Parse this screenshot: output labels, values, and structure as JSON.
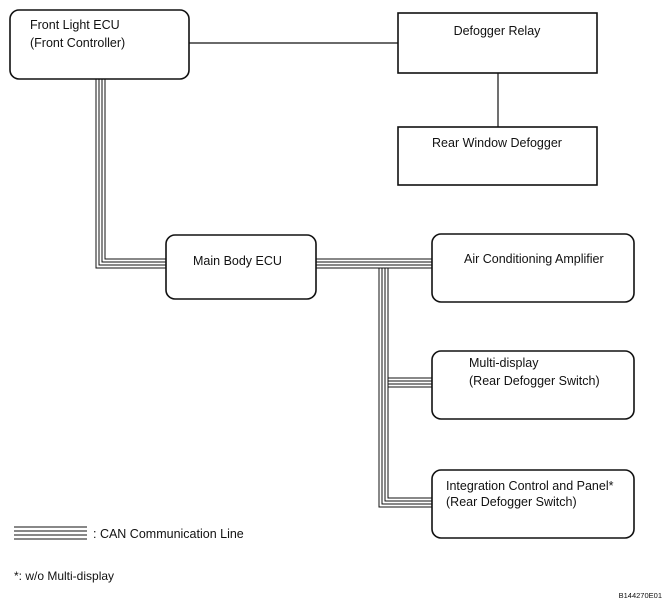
{
  "diagram": {
    "nodes": {
      "front_light_ecu": {
        "line1": "Front Light ECU",
        "line2": "(Front Controller)"
      },
      "defogger_relay": {
        "line1": "Defogger Relay"
      },
      "rear_window_defogger": {
        "line1": "Rear Window Defogger"
      },
      "main_body_ecu": {
        "line1": "Main Body ECU"
      },
      "air_conditioning_amplifier": {
        "line1": "Air Conditioning Amplifier"
      },
      "multi_display": {
        "line1": "Multi-display",
        "line2": "(Rear Defogger Switch)"
      },
      "integration_control_panel": {
        "line1": "Integration Control and Panel*",
        "line2": "(Rear Defogger Switch)"
      }
    },
    "legend": {
      "can_line_label": ": CAN Communication Line"
    },
    "footnote": "*: w/o Multi-display",
    "figure_code": "B144270E01"
  }
}
